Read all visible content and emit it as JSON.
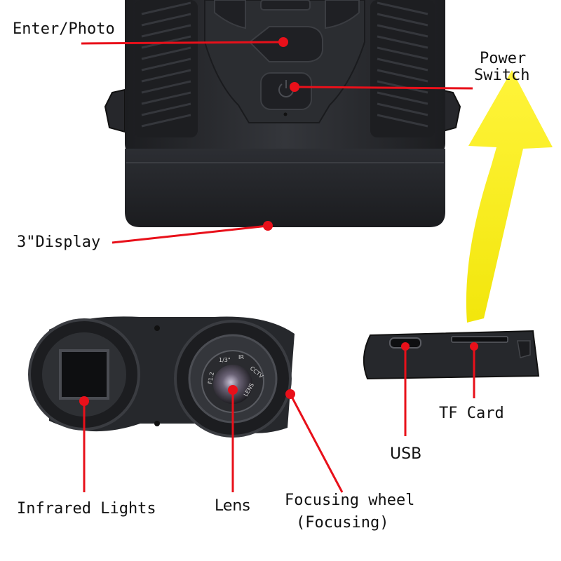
{
  "labels": {
    "enter_photo": "Enter/Photo",
    "power_switch_line1": "Power",
    "power_switch_line2": "Switch",
    "display": "3\"Display",
    "infrared_lights": "Infrared Lights",
    "lens": "Lens",
    "focusing_wheel_line1": "Focusing wheel",
    "focusing_wheel_line2": "(Focusing)",
    "usb": "USB",
    "tf_card": "TF Card"
  },
  "lens_markings": {
    "cctv": "CCTV",
    "ir": "IR",
    "lens": "LENS",
    "f_ratio": "F1.2",
    "format": "1/3\""
  },
  "colors": {
    "callout": "#e8101a",
    "arrow": "#f6ee1a",
    "device": "#2a2c30"
  }
}
